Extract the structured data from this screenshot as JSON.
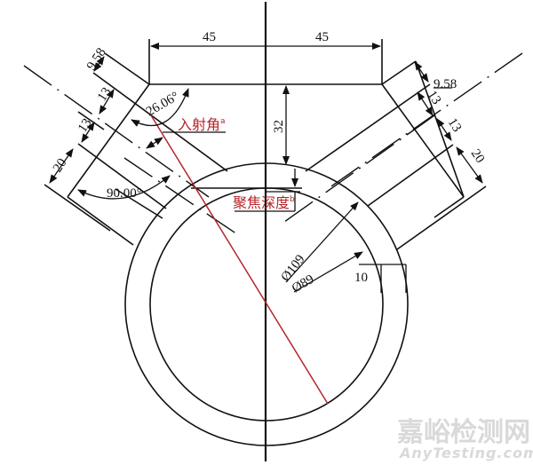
{
  "drawing": {
    "dimensions": {
      "top_left_width": "45",
      "top_right_width": "45",
      "vertical_depth": "32",
      "left_offset_top": "9.58",
      "left_spacing_1": "13",
      "left_spacing_2": "13",
      "left_spacing_3": "20",
      "right_offset_top": "9.58",
      "right_spacing_1": "13",
      "right_spacing_2": "13",
      "right_spacing_3": "20",
      "angle_1": "26.06°",
      "angle_2": "90.00°",
      "outer_diameter": "Ø109",
      "inner_diameter": "Ø89",
      "wall_thickness": "10"
    },
    "annotations": {
      "incidence_angle": "入射角",
      "incidence_angle_sup": "a",
      "focus_depth": "聚焦深度",
      "focus_depth_sup": "b"
    },
    "colors": {
      "line": "#111111",
      "beam": "#b5262b",
      "watermark": "#d9d9d9"
    }
  },
  "watermark": {
    "cn": "嘉峪检测网",
    "en": "AnyTesting.com"
  }
}
